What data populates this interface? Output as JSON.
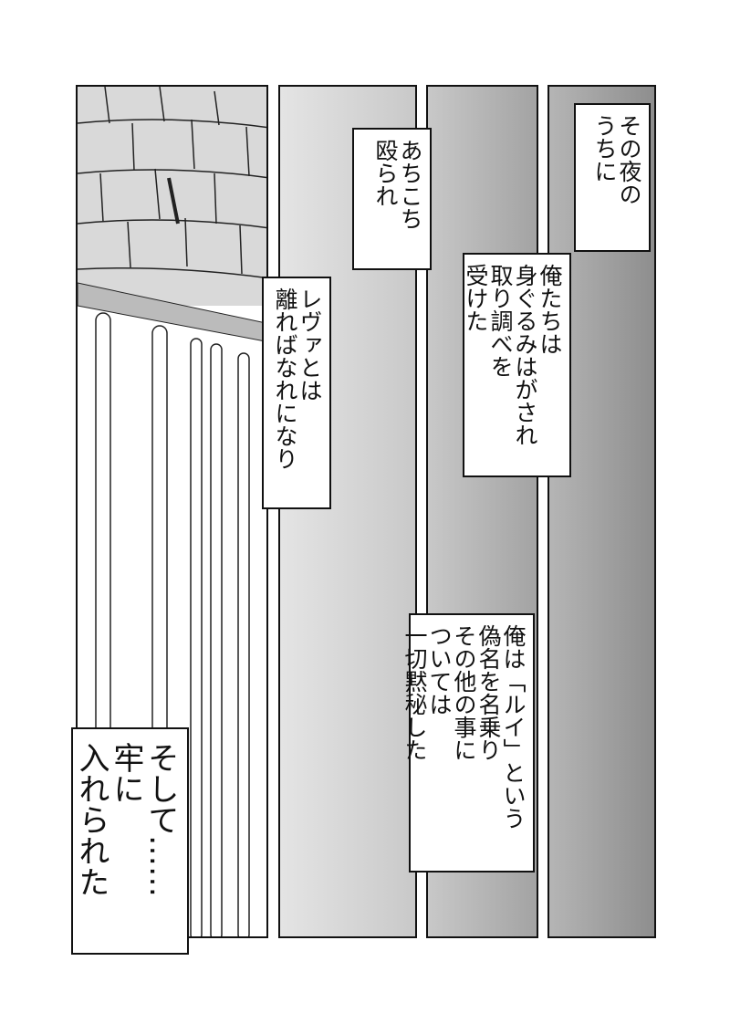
{
  "captions": {
    "night": [
      "その夜の",
      "うちに"
    ],
    "stripped": [
      "俺たちは",
      "身ぐるみはがされ",
      "取り調べを",
      "受けた"
    ],
    "beaten": [
      "あちこち",
      "殴られ"
    ],
    "separated": [
      "レヴァとは",
      "離ればなれになり"
    ],
    "alias": [
      "俺は「ルイ」という",
      "偽名を名乗り",
      "その他の事に",
      "ついては",
      "一切黙秘した"
    ],
    "jailed": [
      "そして……",
      "牢に",
      "入れられた"
    ]
  },
  "colors": {
    "panel_light": "#d6d6d6",
    "panel_mid": "#b5b5b5",
    "panel_dark": "#a0a0a0",
    "wall": "#d9d9d9"
  }
}
